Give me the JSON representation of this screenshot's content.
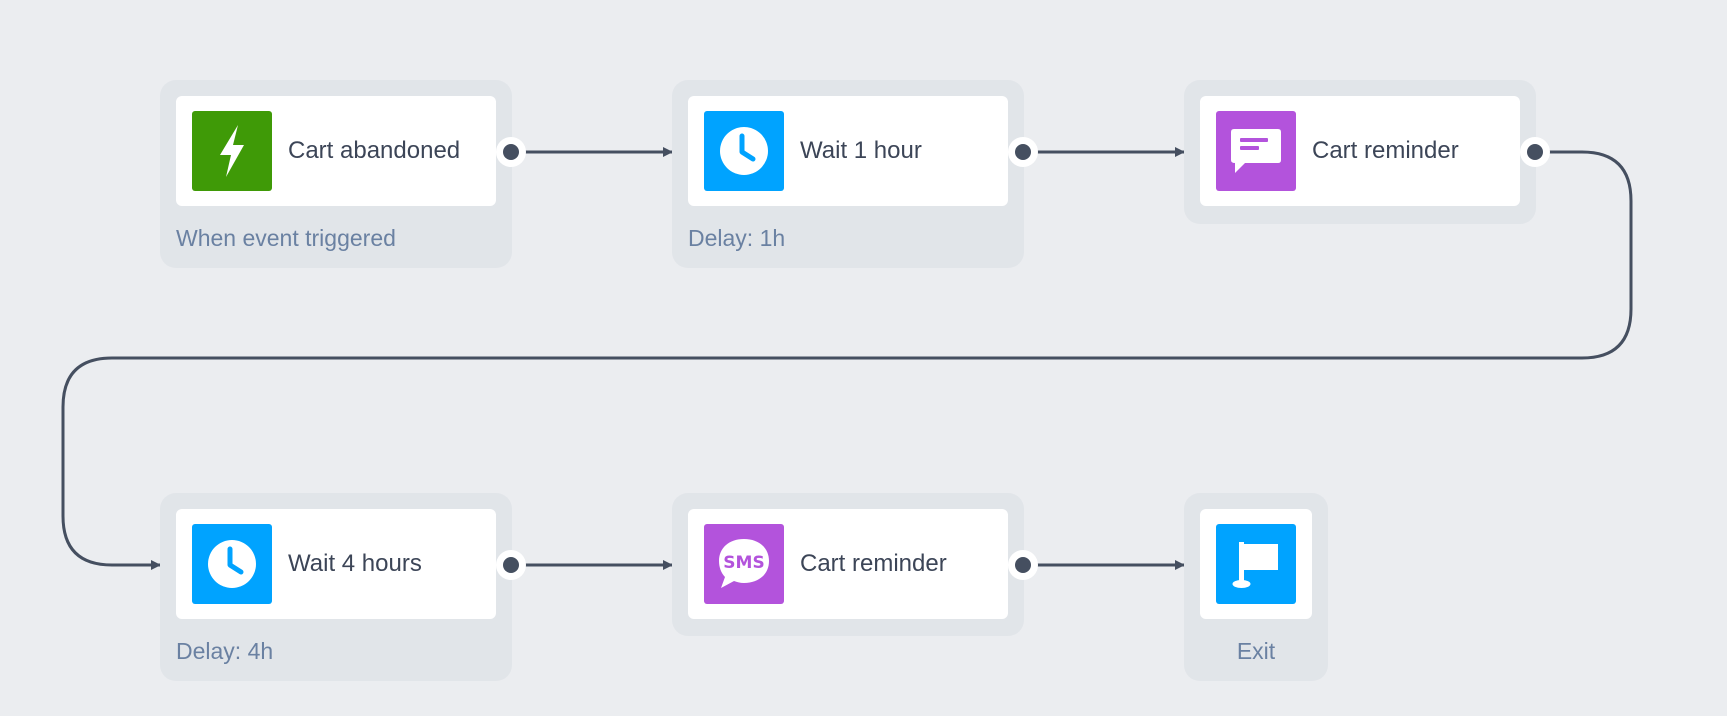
{
  "colors": {
    "canvas_bg": "#ebedf0",
    "node_bg": "#e1e5e9",
    "card_bg": "#ffffff",
    "connector": "#454f60",
    "trigger_green": "#3f9a07",
    "delay_blue": "#00a3ff",
    "message_purple": "#b353dc",
    "exit_blue": "#00a3ff",
    "label_text": "#3c4557",
    "sub_text": "#6a81a2"
  },
  "nodes": [
    {
      "id": "trigger",
      "label": "Cart abandoned",
      "sublabel": "When event triggered",
      "icon": "lightning-icon"
    },
    {
      "id": "wait-1h",
      "label": "Wait 1 hour",
      "sublabel": "Delay: 1h",
      "icon": "clock-icon"
    },
    {
      "id": "email-reminder",
      "label": "Cart reminder",
      "sublabel": "",
      "icon": "chat-message-icon"
    },
    {
      "id": "wait-4h",
      "label": "Wait 4 hours",
      "sublabel": "Delay: 4h",
      "icon": "clock-icon"
    },
    {
      "id": "sms-reminder",
      "label": "Cart reminder",
      "sublabel": "",
      "icon": "sms-icon",
      "icon_text": "SMS"
    },
    {
      "id": "exit",
      "label": "",
      "sublabel": "Exit",
      "icon": "flag-icon"
    }
  ],
  "edges": [
    {
      "from": "trigger",
      "to": "wait-1h"
    },
    {
      "from": "wait-1h",
      "to": "email-reminder"
    },
    {
      "from": "email-reminder",
      "to": "wait-4h"
    },
    {
      "from": "wait-4h",
      "to": "sms-reminder"
    },
    {
      "from": "sms-reminder",
      "to": "exit"
    }
  ]
}
